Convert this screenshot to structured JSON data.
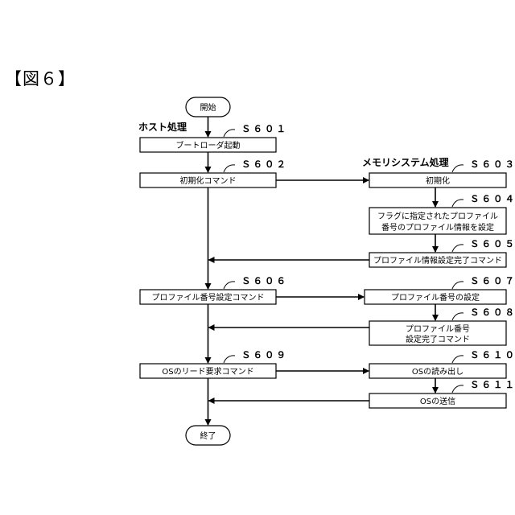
{
  "figure_title": "【図６】",
  "lanes": {
    "host": "ホスト処理",
    "memory": "メモリシステム処理"
  },
  "terminals": {
    "start": "開始",
    "end": "終了"
  },
  "host_boxes": [
    {
      "id": "S601",
      "step": "Ｓ６０１",
      "lines": [
        "ブートローダ起動"
      ]
    },
    {
      "id": "S602",
      "step": "Ｓ６０２",
      "lines": [
        "初期化コマンド"
      ]
    },
    {
      "id": "S606",
      "step": "Ｓ６０６",
      "lines": [
        "プロファイル番号設定コマンド"
      ]
    },
    {
      "id": "S609",
      "step": "Ｓ６０９",
      "lines": [
        "OSのリード要求コマンド"
      ]
    }
  ],
  "memory_boxes": [
    {
      "id": "S603",
      "step": "Ｓ６０３",
      "lines": [
        "初期化"
      ]
    },
    {
      "id": "S604",
      "step": "Ｓ６０４",
      "lines": [
        "フラグに指定されたプロファイル",
        "番号のプロファイル情報を設定"
      ]
    },
    {
      "id": "S605",
      "step": "Ｓ６０５",
      "lines": [
        "プロファイル情報設定完了コマンド"
      ]
    },
    {
      "id": "S607",
      "step": "Ｓ６０７",
      "lines": [
        "プロファイル番号の設定"
      ]
    },
    {
      "id": "S608",
      "step": "Ｓ６０８",
      "lines": [
        "プロファイル番号",
        "設定完了コマンド"
      ]
    },
    {
      "id": "S610",
      "step": "Ｓ６１０",
      "lines": [
        "OSの読み出し"
      ]
    },
    {
      "id": "S611",
      "step": "Ｓ６１１",
      "lines": [
        "OSの送信"
      ]
    }
  ]
}
